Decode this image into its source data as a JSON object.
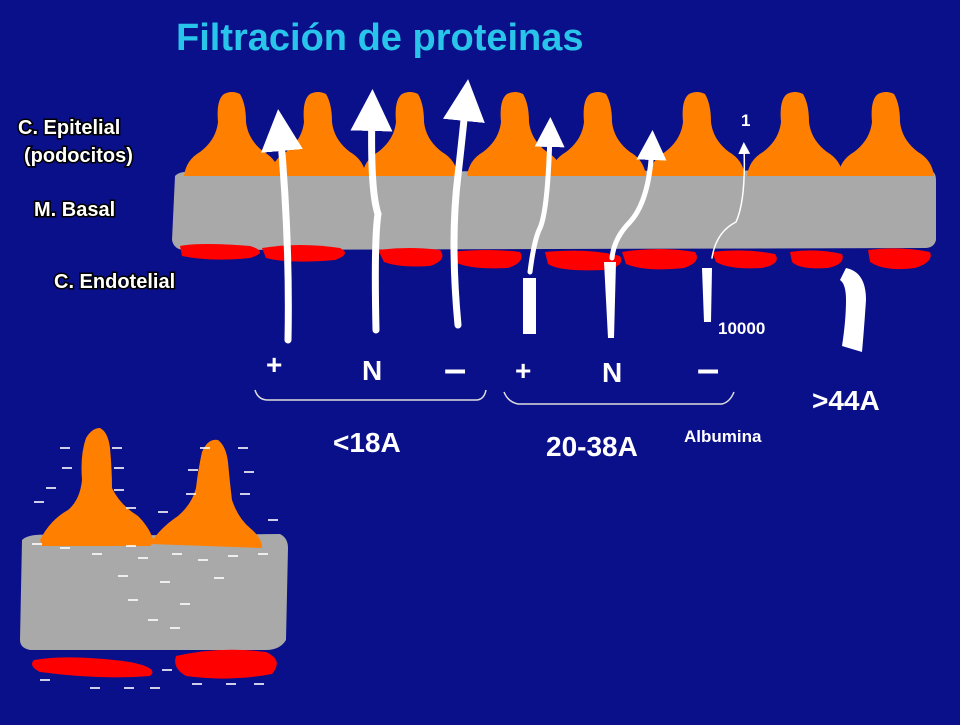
{
  "title": "Filtración de proteinas",
  "layers": {
    "epithelial_line1": "C. Epitelial",
    "epithelial_line2": "(podocitos)",
    "basal": "M. Basal",
    "endothelial": "C. Endotelial"
  },
  "charges": {
    "group1": [
      "+",
      "N",
      "–"
    ],
    "group2": [
      "+",
      "N",
      "–"
    ]
  },
  "size_groups": {
    "small": "<18A",
    "medium": "20-38A",
    "large": ">44A"
  },
  "albumin": {
    "label": "Albumina",
    "filtered": "1",
    "plasma": "10000"
  },
  "inset_charge_symbol": "–",
  "colors": {
    "background": "#0a0f8a",
    "title": "#29c4ea",
    "podocyte": "#ff8000",
    "membrane": "#a9a9a9",
    "endothelium": "#ff0000",
    "arrow": "#ffffff"
  }
}
